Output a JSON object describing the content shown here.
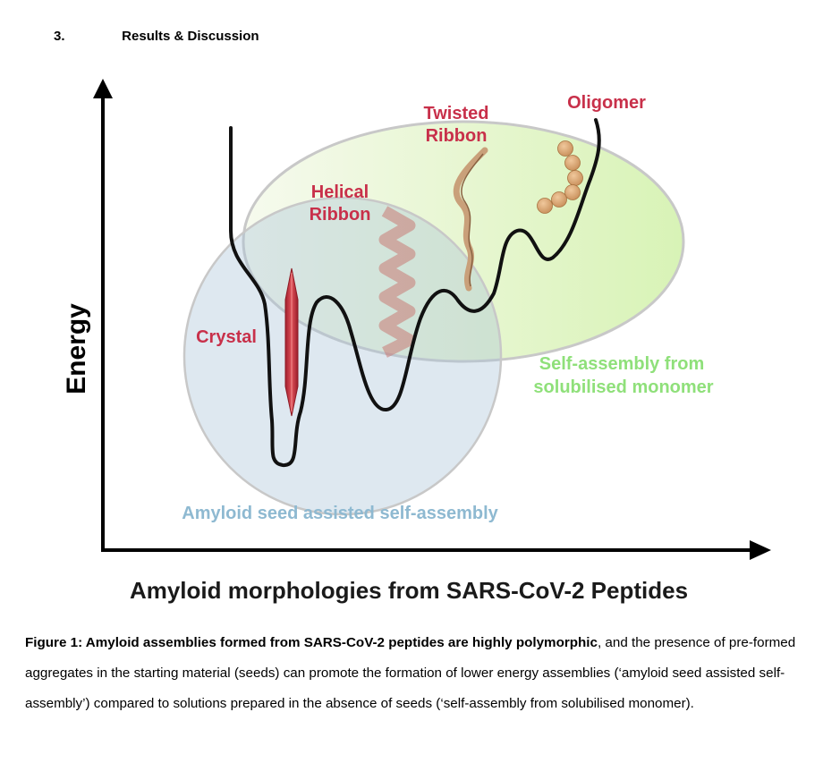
{
  "section": {
    "number": "3.",
    "title": "Results & Discussion"
  },
  "figure": {
    "y_axis_label": "Energy",
    "x_axis_label": "Amyloid morphologies from SARS-CoV-2 Peptides",
    "labels": {
      "twisted": [
        "Twisted",
        "Ribbon"
      ],
      "oligomer": "Oligomer",
      "helical": [
        "Helical",
        "Ribbon"
      ],
      "crystal": "Crystal",
      "green_region": [
        "Self-assembly from",
        "solubilised monomer"
      ],
      "blue_region": "Amyloid seed assisted self-assembly"
    },
    "colors": {
      "red": "#c8304a",
      "green": "#8fe07a",
      "blue": "#8eb9d1"
    }
  },
  "caption": {
    "bold": "Figure 1: Amyloid assemblies formed from SARS-CoV-2 peptides are highly polymorphic",
    "rest": ", and the presence of pre-formed aggregates in the starting material (seeds) can promote the formation of lower energy assemblies (‘amyloid seed assisted self-assembly’) compared to solutions prepared in the absence of seeds (‘self-assembly from solubilised monomer)."
  }
}
